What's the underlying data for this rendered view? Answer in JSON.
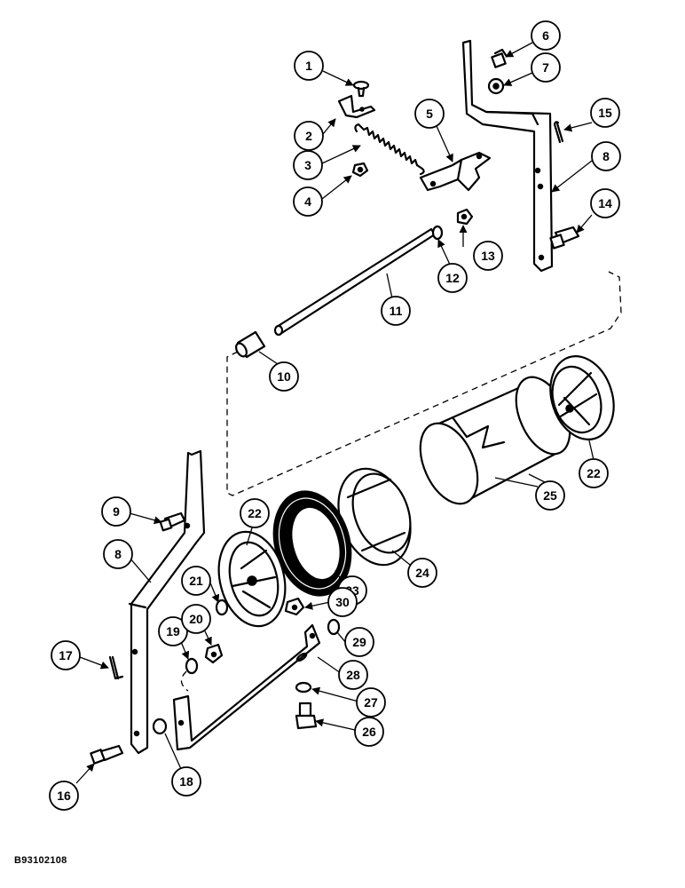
{
  "diagram": {
    "reference_code": "B93102108",
    "callouts": [
      "1",
      "2",
      "3",
      "4",
      "5",
      "6",
      "7",
      "8",
      "8",
      "9",
      "10",
      "11",
      "12",
      "13",
      "14",
      "15",
      "16",
      "17",
      "18",
      "19",
      "20",
      "21",
      "22",
      "22",
      "23",
      "24",
      "25",
      "26",
      "27",
      "28",
      "29",
      "30"
    ]
  }
}
